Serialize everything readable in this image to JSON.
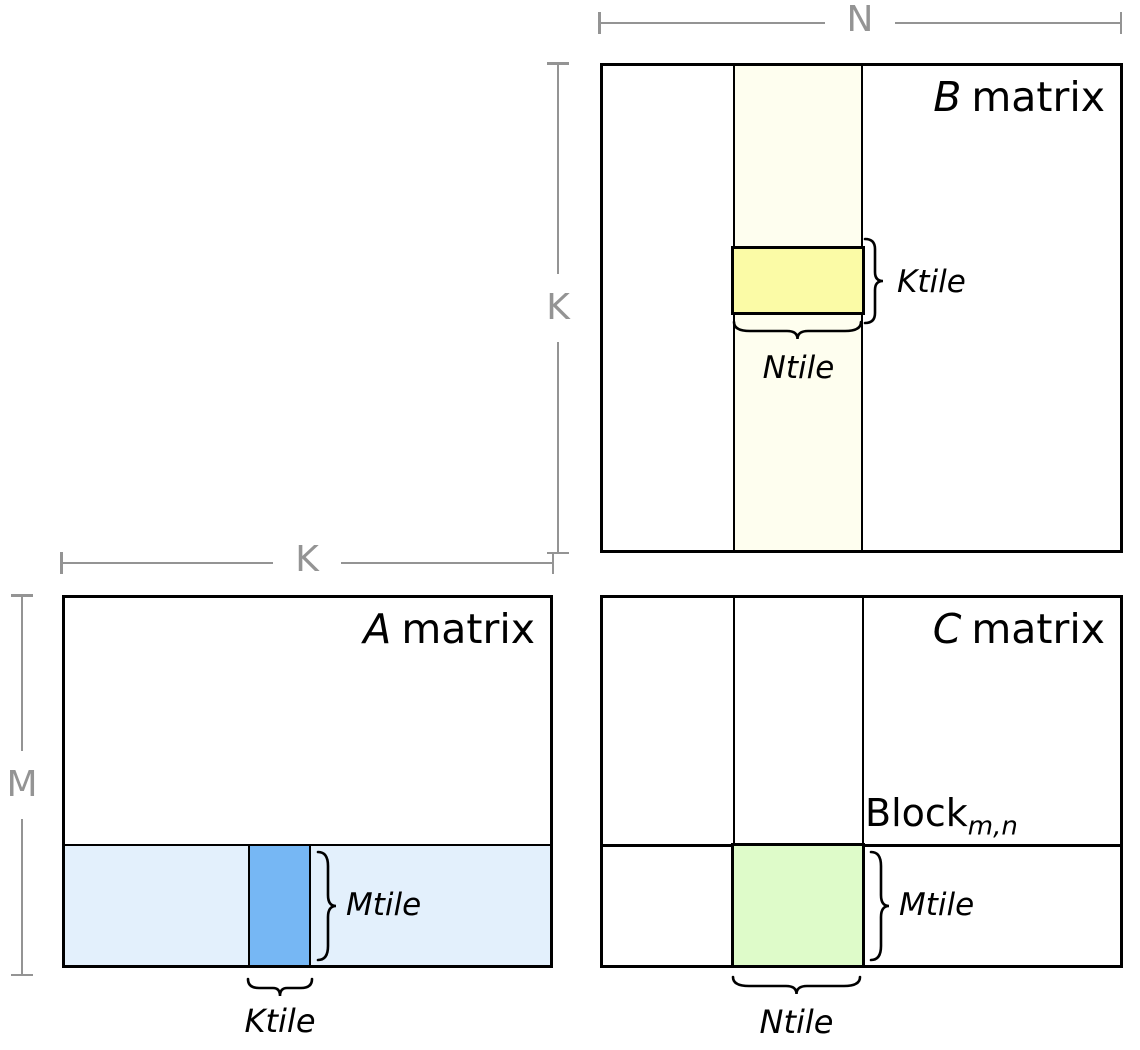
{
  "dimensions": {
    "n_label": "N",
    "k_vertical_label": "K",
    "k_horizontal_label": "K",
    "m_label": "M"
  },
  "b_matrix": {
    "title_letter": "B",
    "title_word": "matrix",
    "ktile_label": "Ktile",
    "ntile_label": "Ntile"
  },
  "a_matrix": {
    "title_letter": "A",
    "title_word": "matrix",
    "mtile_label": "Mtile",
    "ktile_label": "Ktile"
  },
  "c_matrix": {
    "title_letter": "C",
    "title_word": "matrix",
    "block_word": "Block",
    "block_subscript": "m,n",
    "mtile_label": "Mtile",
    "ntile_label": "Ntile"
  },
  "colors": {
    "b_strip": "#FEFEEF",
    "b_tile": "#FBFBA6",
    "a_strip": "#E3F0FC",
    "a_tile": "#76B7F4",
    "c_tile": "#DEFBC9",
    "dim": "#949494",
    "line": "#000000"
  }
}
